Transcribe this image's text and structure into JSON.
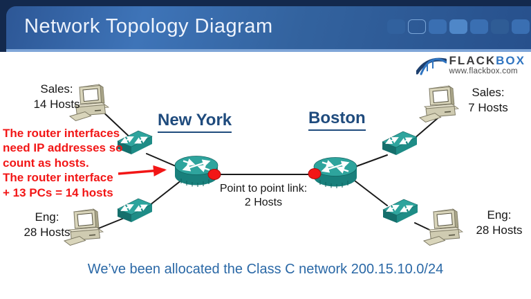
{
  "header": {
    "title": "Network Topology Diagram",
    "squares": [
      {
        "fill": "#31619e",
        "border": "none"
      },
      {
        "fill": "transparent",
        "border": "#7ba6d8"
      },
      {
        "fill": "#3a6fb2",
        "border": "none"
      },
      {
        "fill": "#4f87c8",
        "border": "none"
      },
      {
        "fill": "#3a6fb2",
        "border": "none"
      },
      {
        "fill": "#2f5c95",
        "border": "none"
      },
      {
        "fill": "#3a6fb2",
        "border": "none"
      }
    ]
  },
  "brand": {
    "name_dark": "FLACK",
    "name_accent": "BOX",
    "tagline": "www.flackbox.com"
  },
  "diagram": {
    "cities": {
      "left": "New York",
      "right": "Boston"
    },
    "lans": {
      "top_left": "Sales:\n14 Hosts",
      "bottom_left": "Eng:\n28 Hosts",
      "top_right": "Sales:\n7 Hosts",
      "bottom_right": "Eng:\n28 Hosts"
    },
    "p2p_label": "Point to point link:\n2 Hosts",
    "annotation": "The router interfaces\nneed IP addresses so\ncount as hosts.\nThe router interface\n+ 13 PCs = 14 hosts"
  },
  "footer": {
    "text": "We’ve been allocated the Class C network 200.15.10.0/24"
  },
  "colors": {
    "teal_top": "#2ea49d",
    "teal_side": "#19807c",
    "device_beige": "#d9d5bb",
    "red_accent": "#f21616",
    "navy_title": "#1f4b7d",
    "footer_blue": "#2a68a6",
    "banner_dark": "#13294d",
    "banner_mid": "#3e74b8"
  }
}
